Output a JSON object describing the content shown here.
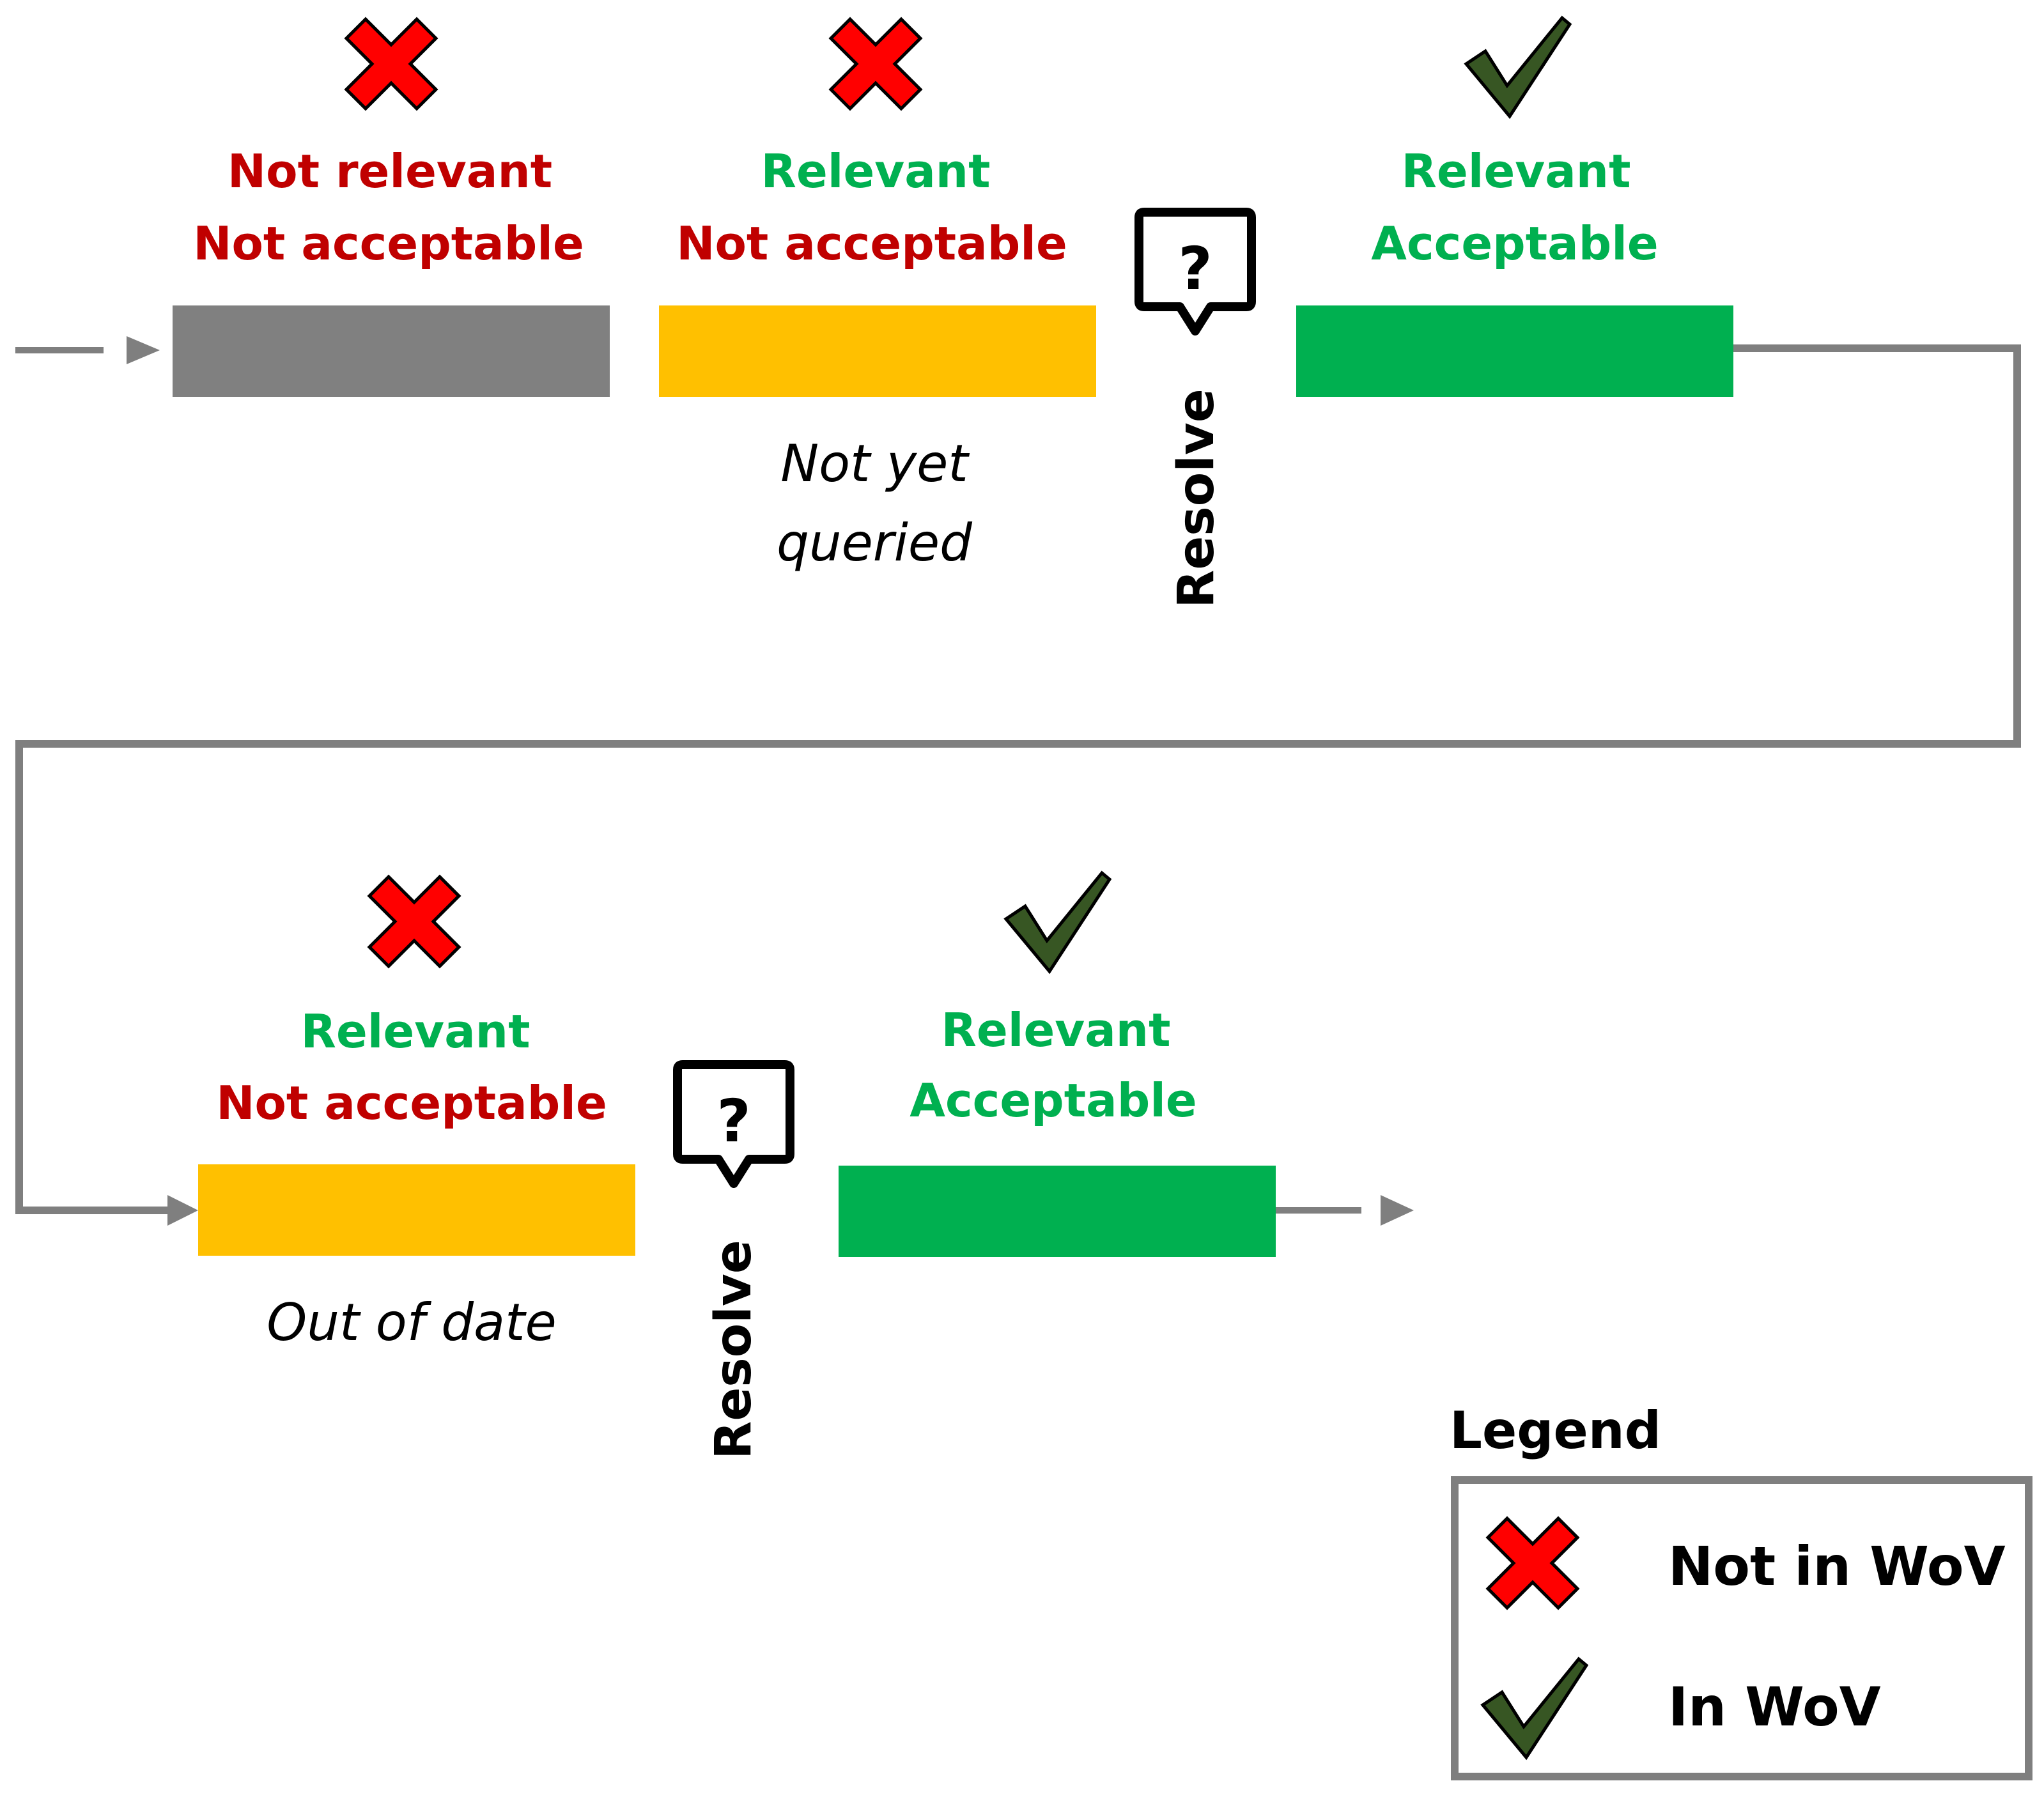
{
  "colors": {
    "grey_state": "#808080",
    "amber_state": "#FFC000",
    "green_state": "#00B050",
    "label_red": "#C00000",
    "label_green": "#00B050",
    "cross_fill": "#FF0000",
    "check_fill": "#375623",
    "flow_line": "#7F7F7F"
  },
  "states": [
    {
      "line1": "Not relevant",
      "line2": "Not acceptable",
      "line1_color": "red",
      "line2_color": "red",
      "mark": "cross",
      "bar_color": "grey",
      "note": ""
    },
    {
      "line1": "Relevant",
      "line2": "Not acceptable",
      "line1_color": "green",
      "line2_color": "red",
      "mark": "cross",
      "bar_color": "amber",
      "note_line1": "Not yet",
      "note_line2": "queried"
    },
    {
      "line1": "Relevant",
      "line2": "Acceptable",
      "line1_color": "green",
      "line2_color": "green",
      "mark": "check",
      "bar_color": "green",
      "note": ""
    },
    {
      "line1": "Relevant",
      "line2": "Not acceptable",
      "line1_color": "green",
      "line2_color": "red",
      "mark": "cross",
      "bar_color": "amber",
      "note": "Out of date"
    },
    {
      "line1": "Relevant",
      "line2": "Acceptable",
      "line1_color": "green",
      "line2_color": "green",
      "mark": "check",
      "bar_color": "green",
      "note": ""
    }
  ],
  "resolve_points": [
    {
      "label": "Resolve",
      "icon": "question-bubble-icon",
      "glyph": "?"
    },
    {
      "label": "Resolve",
      "icon": "question-bubble-icon",
      "glyph": "?"
    }
  ],
  "legend": {
    "title": "Legend",
    "items": [
      {
        "icon": "cross-icon",
        "label": "Not in WoV"
      },
      {
        "icon": "check-icon",
        "label": "In WoV"
      }
    ]
  }
}
